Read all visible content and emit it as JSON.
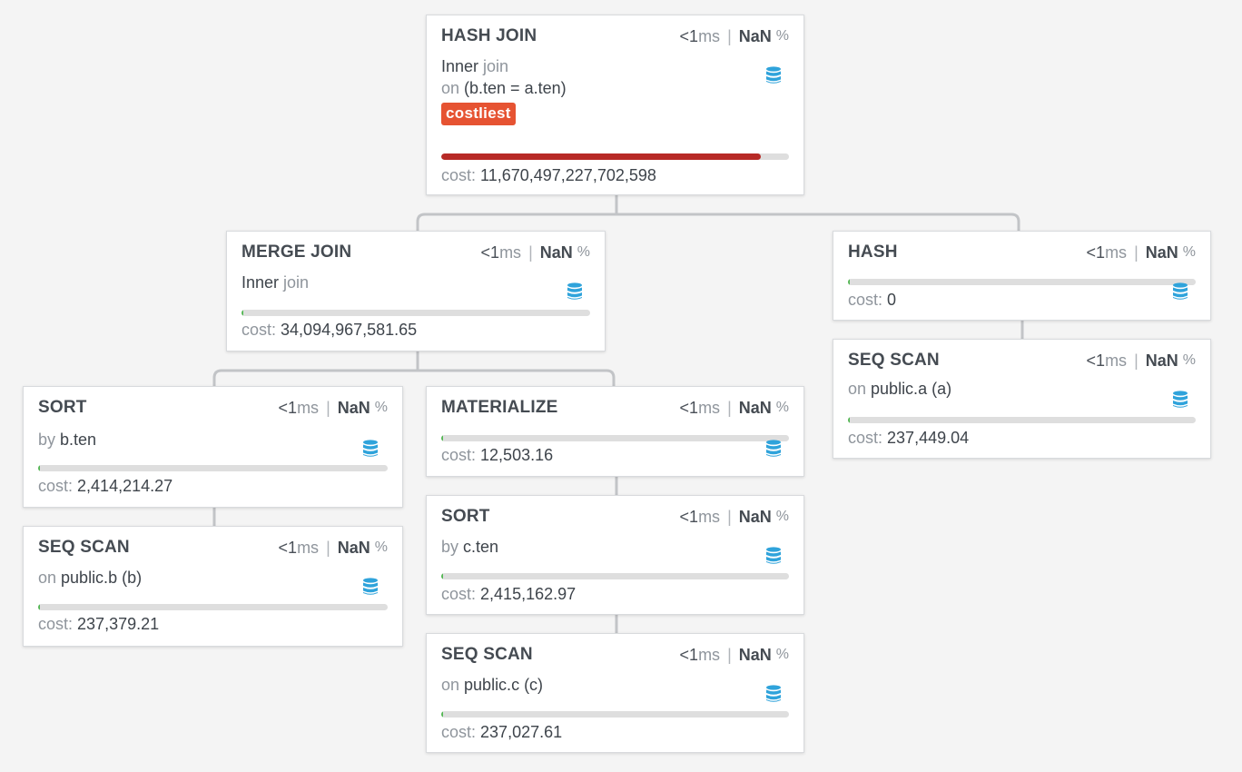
{
  "colors": {
    "background": "#f4f4f4",
    "connector": "#c2c4c7",
    "bar_track": "#dedede",
    "bar_fill": "#56b856",
    "bar_fill_costliest": "#b72a26",
    "badge": "#e65332",
    "db_icon": "#2fa3db"
  },
  "nodes": {
    "hash_join": {
      "title": "HASH JOIN",
      "time": "<1",
      "unit": "ms",
      "pct": "NaN",
      "pct_sign": "%",
      "line1_main": "Inner",
      "line1_muted": " join",
      "line2_muted": "on ",
      "line2_main": "(b.ten = a.ten)",
      "badge": "costliest",
      "cost_label": "cost:",
      "cost_value": "11,670,497,227,702,598",
      "cost_fraction": 0.92,
      "icon": "database-icon"
    },
    "merge_join": {
      "title": "MERGE JOIN",
      "time": "<1",
      "unit": "ms",
      "pct": "NaN",
      "pct_sign": "%",
      "line1_main": "Inner",
      "line1_muted": " join",
      "cost_label": "cost:",
      "cost_value": "34,094,967,581.65",
      "cost_fraction": 0.005,
      "icon": "database-icon"
    },
    "hash": {
      "title": "HASH",
      "time": "<1",
      "unit": "ms",
      "pct": "NaN",
      "pct_sign": "%",
      "cost_label": "cost:",
      "cost_value": "0",
      "cost_fraction": 0.005,
      "icon": "database-icon"
    },
    "seq_scan_a": {
      "title": "SEQ SCAN",
      "time": "<1",
      "unit": "ms",
      "pct": "NaN",
      "pct_sign": "%",
      "line1_muted": "on ",
      "line1_main": "public.a (a)",
      "cost_label": "cost:",
      "cost_value": "237,449.04",
      "cost_fraction": 0.005,
      "icon": "database-icon"
    },
    "sort_b": {
      "title": "SORT",
      "time": "<1",
      "unit": "ms",
      "pct": "NaN",
      "pct_sign": "%",
      "line1_muted": "by ",
      "line1_main": "b.ten",
      "cost_label": "cost:",
      "cost_value": "2,414,214.27",
      "cost_fraction": 0.005,
      "icon": "database-icon"
    },
    "seq_scan_b": {
      "title": "SEQ SCAN",
      "time": "<1",
      "unit": "ms",
      "pct": "NaN",
      "pct_sign": "%",
      "line1_muted": "on ",
      "line1_main": "public.b (b)",
      "cost_label": "cost:",
      "cost_value": "237,379.21",
      "cost_fraction": 0.005,
      "icon": "database-icon"
    },
    "materialize": {
      "title": "MATERIALIZE",
      "time": "<1",
      "unit": "ms",
      "pct": "NaN",
      "pct_sign": "%",
      "cost_label": "cost:",
      "cost_value": "12,503.16",
      "cost_fraction": 0.005,
      "icon": "database-icon"
    },
    "sort_c": {
      "title": "SORT",
      "time": "<1",
      "unit": "ms",
      "pct": "NaN",
      "pct_sign": "%",
      "line1_muted": "by ",
      "line1_main": "c.ten",
      "cost_label": "cost:",
      "cost_value": "2,415,162.97",
      "cost_fraction": 0.005,
      "icon": "database-icon"
    },
    "seq_scan_c": {
      "title": "SEQ SCAN",
      "time": "<1",
      "unit": "ms",
      "pct": "NaN",
      "pct_sign": "%",
      "line1_muted": "on ",
      "line1_main": "public.c (c)",
      "cost_label": "cost:",
      "cost_value": "237,027.61",
      "cost_fraction": 0.005,
      "icon": "database-icon"
    }
  }
}
